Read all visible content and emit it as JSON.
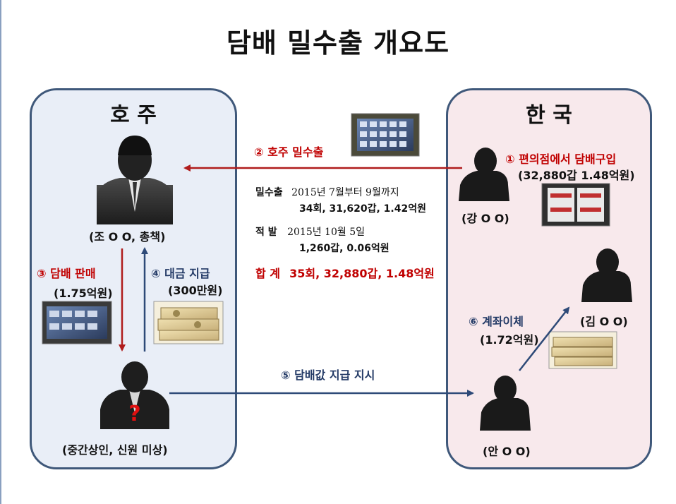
{
  "title": "담배 밀수출 개요도",
  "regions": {
    "australia": "호 주",
    "korea": "한 국"
  },
  "persons": {
    "jo": "(조 O O, 총책)",
    "middleman": "(중간상인, 신원 미상)",
    "kang": "(강 O O)",
    "kim": "(김 O O)",
    "an": "(안 O O)"
  },
  "unknown_mark": "?",
  "steps": {
    "s1": "① 편의점에서 담배구입",
    "s1_amount": "(32,880갑 1.48억원)",
    "s2": "② 호주 밀수출",
    "s3": "③ 담배 판매",
    "s3_amount": "(1.75억원)",
    "s4": "④ 대금 지급",
    "s4_amount": "(300만원)",
    "s5": "⑤ 담배값 지급 지시",
    "s6": "⑥ 계좌이체",
    "s6_amount": "(1.72억원)"
  },
  "summary": {
    "export_label": "밀수출",
    "export_period": "2015년 7월부터 9월까지",
    "export_detail": "34회,  31,620갑,  1.42억원",
    "caught_label": "적  발",
    "caught_date": "2015년 10월 5일",
    "caught_detail": "1,260갑,  0.06억원",
    "total_label": "합  계",
    "total_detail": "35회, 32,880갑, 1.48억원"
  },
  "colors": {
    "red_arrow": "#b01c1c",
    "navy_arrow": "#2e4a78",
    "panel_border": "#3f587a"
  }
}
